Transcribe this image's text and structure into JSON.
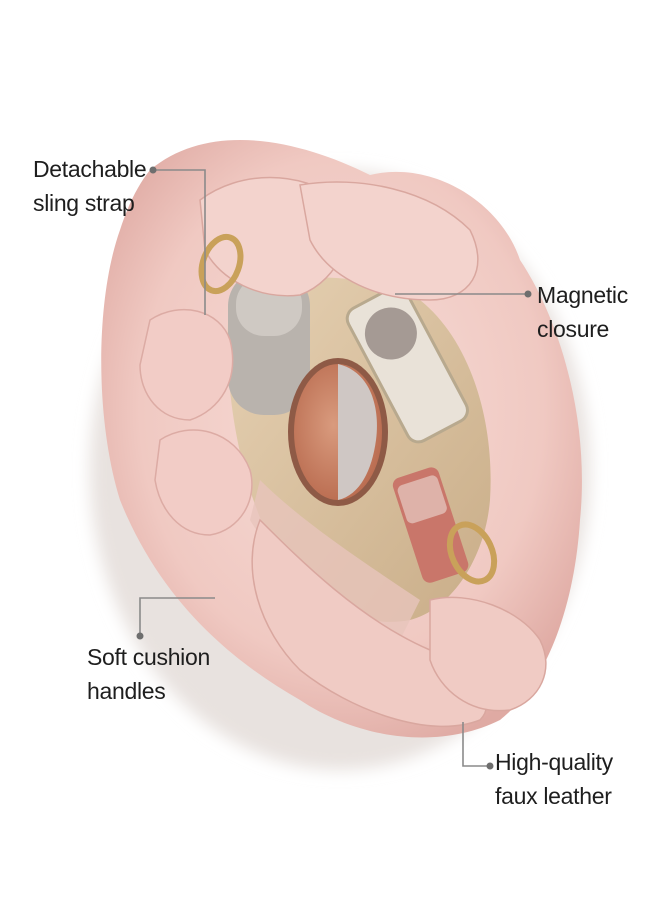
{
  "callouts": {
    "strap": {
      "line1": "Detachable",
      "line2": "sling strap"
    },
    "closure": {
      "line1": "Magnetic",
      "line2": "closure"
    },
    "handles": {
      "line1": "Soft cushion",
      "line2": "handles"
    },
    "leather": {
      "line1": "High-quality",
      "line2": "faux leather"
    }
  },
  "colors": {
    "bag_pink": "#f2cfc9",
    "bag_shadow": "#dfaaa3",
    "lining": "#d8c0a0",
    "gold": "#c9a15a"
  }
}
